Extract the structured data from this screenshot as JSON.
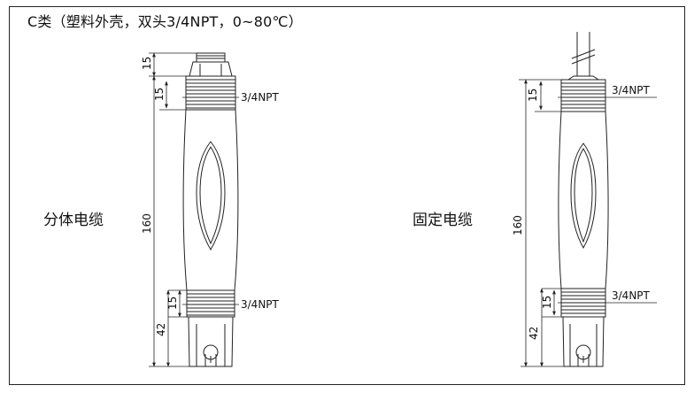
{
  "title": "C类（塑料外壳，双头3/4NPT，0~80℃）",
  "left": {
    "label": "分体电缆",
    "thread_top": "3/4NPT",
    "thread_bottom": "3/4NPT",
    "dim_cap": "15",
    "dim_thread_top": "15",
    "dim_total": "160",
    "dim_thread_bottom": "15",
    "dim_bottom": "42"
  },
  "right": {
    "label": "固定电缆",
    "thread_top": "3/4NPT",
    "thread_bottom": "3/4NPT",
    "dim_thread_top": "15",
    "dim_total": "160",
    "dim_thread_bottom": "15",
    "dim_bottom": "42"
  },
  "colors": {
    "line": "#222222",
    "frame": "#222222"
  }
}
